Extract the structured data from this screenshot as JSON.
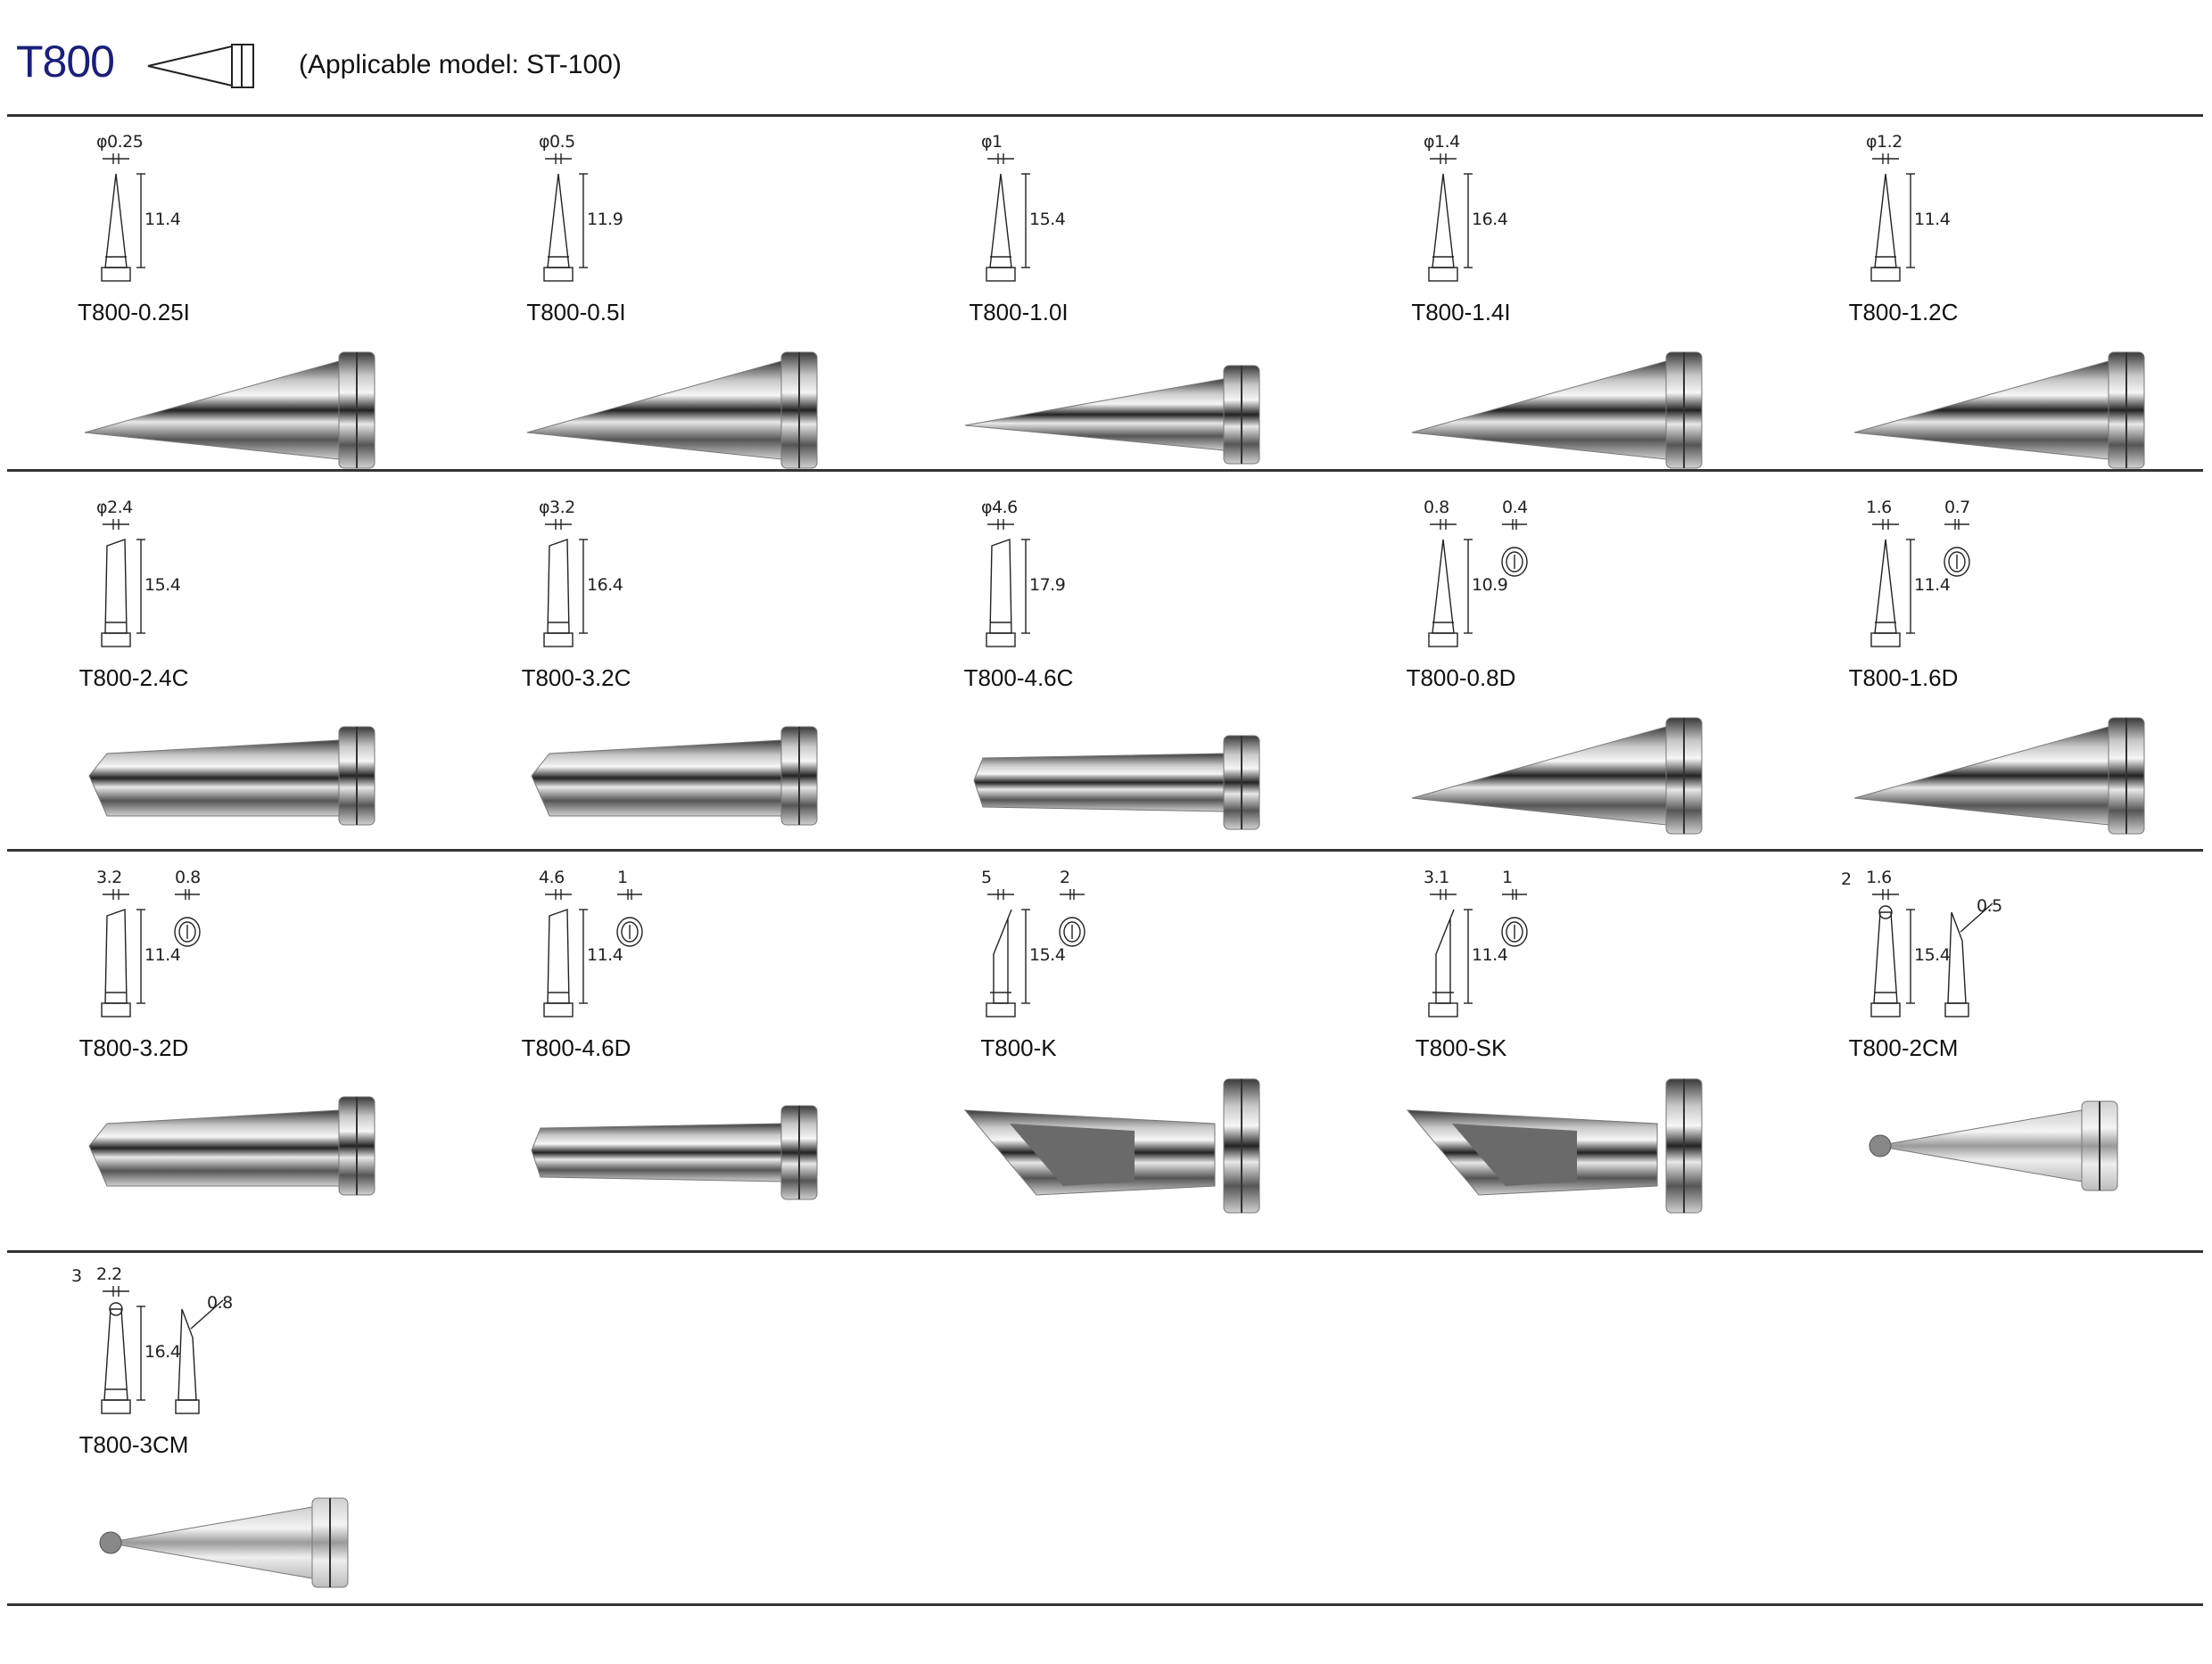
{
  "header": {
    "title": "T800",
    "subtitle": "(Applicable model: ST-100)",
    "title_color": "#1a1f7a"
  },
  "rows": [
    [
      {
        "name": "T800-0.25I",
        "kind": "I",
        "shape": "cone",
        "top": "φ0.25",
        "height": "11.4"
      },
      {
        "name": "T800-0.5I",
        "kind": "I",
        "shape": "cone",
        "top": "φ0.5",
        "height": "11.9"
      },
      {
        "name": "T800-1.0I",
        "kind": "I",
        "shape": "longcone",
        "top": "φ1",
        "height": "15.4"
      },
      {
        "name": "T800-1.4I",
        "kind": "I",
        "shape": "cone",
        "top": "φ1.4",
        "height": "16.4"
      },
      {
        "name": "T800-1.2C",
        "kind": "I",
        "shape": "cone",
        "top": "φ1.2",
        "height": "11.4"
      }
    ],
    [
      {
        "name": "T800-2.4C",
        "kind": "C",
        "shape": "bevel",
        "top": "φ2.4",
        "height": "15.4"
      },
      {
        "name": "T800-3.2C",
        "kind": "C",
        "shape": "bevel",
        "top": "φ3.2",
        "height": "16.4"
      },
      {
        "name": "T800-4.6C",
        "kind": "C",
        "shape": "cyl",
        "top": "φ4.6",
        "height": "17.9"
      },
      {
        "name": "T800-0.8D",
        "kind": "D",
        "shape": "cone",
        "top": "0.8",
        "face": "0.4",
        "height": "10.9"
      },
      {
        "name": "T800-1.6D",
        "kind": "D",
        "shape": "cone",
        "top": "1.6",
        "face": "0.7",
        "height": "11.4"
      }
    ],
    [
      {
        "name": "T800-3.2D",
        "kind": "D",
        "shape": "bevel",
        "top": "3.2",
        "face": "0.8",
        "height": "11.4"
      },
      {
        "name": "T800-4.6D",
        "kind": "D",
        "shape": "cyl",
        "top": "4.6",
        "face": "1",
        "height": "11.4"
      },
      {
        "name": "T800-K",
        "kind": "K",
        "shape": "knife",
        "top": "5",
        "face": "2",
        "height": "15.4"
      },
      {
        "name": "T800-SK",
        "kind": "K",
        "shape": "knife",
        "top": "3.1",
        "face": "1",
        "height": "11.4"
      },
      {
        "name": "T800-2CM",
        "kind": "CM",
        "shape": "cm",
        "outer": "2",
        "top": "1.6",
        "angle": "0.5",
        "height": "15.4"
      }
    ],
    [
      {
        "name": "T800-3CM",
        "kind": "CM",
        "shape": "cm",
        "outer": "3",
        "top": "2.2",
        "angle": "0.8",
        "height": "16.4"
      }
    ]
  ]
}
